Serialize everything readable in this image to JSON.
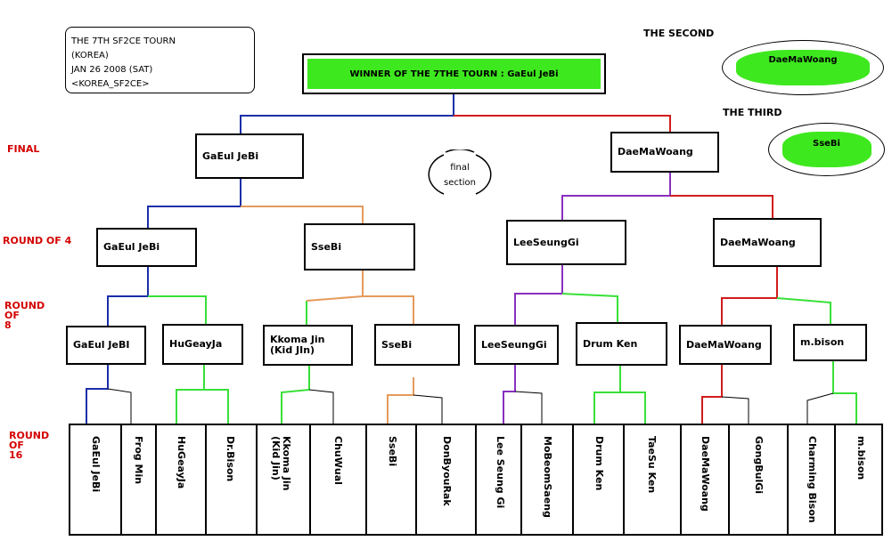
{
  "info": {
    "lines": [
      "THE 7TH SF2CE TOURN",
      "(KOREA)",
      "JAN 26 2008 (SAT)",
      "<KOREA_SF2CE>"
    ]
  },
  "winner": "WINNER OF THE 7THE TOURN : GaEul JeBi",
  "places": {
    "second_title": "THE SECOND",
    "second_name": "DaeMaWoang",
    "third_title": "THE THIRD",
    "third_name": "SseBi"
  },
  "round_labels": {
    "final": "FINAL",
    "r4": "ROUND OF 4",
    "r8": "ROUND\nOF\n8",
    "r16": "ROUND\nOF\n16"
  },
  "final_note": "final\nsection",
  "final_players": [
    "GaEul JeBi",
    "DaeMaWoang"
  ],
  "round4": [
    "GaEul JeBi",
    "SseBi",
    "LeeSeungGi",
    "DaeMaWoang"
  ],
  "round8": [
    "GaEul JeBI",
    "HuGeayJa",
    "Kkoma Jin\n(Kid JIn)",
    "SseBi",
    "LeeSeungGi",
    "Drum Ken",
    "DaeMaWoang",
    "m.bison"
  ],
  "round16": [
    "GaEul JeBi",
    "Frog Min",
    "HuGeayJa",
    "Dr.Bison",
    "Kkoma Jin\n(Kid Jin)",
    "ChuWual",
    "SseBi",
    "DonByouRak",
    "Lee Seung Gi",
    "MoBeomSaeng",
    "Drum Ken",
    "TaeSu Ken",
    "DaeMaWoang",
    "GongBulGi",
    "Charming Bison",
    "m.bison"
  ],
  "colors": {
    "blue": "#1a2fa8",
    "red": "#d01c1c",
    "orange": "#e59a5c",
    "purple": "#8a2fc0",
    "green": "#38e038",
    "black": "#000000",
    "winner_fill": "#3ee81e",
    "label_red": "#d40000"
  }
}
